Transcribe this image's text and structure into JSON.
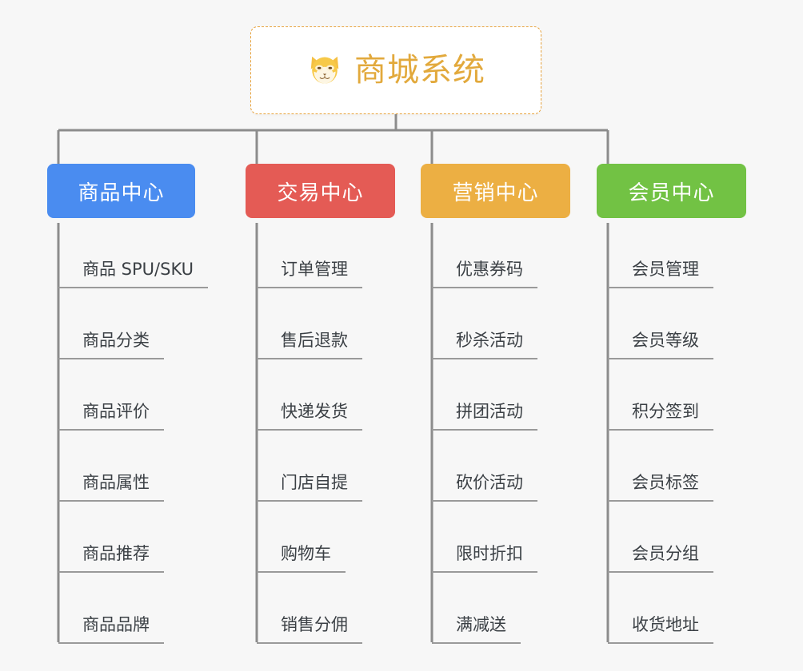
{
  "page": {
    "background_color": "#f7f7f7",
    "type": "mindmap"
  },
  "root": {
    "title": "商城系统",
    "icon": "dog-face-icon",
    "border_color": "#e8a33d",
    "text_color": "#e2a93c",
    "background_color": "#ffffff"
  },
  "connector": {
    "color": "#8c8c8c"
  },
  "branches": [
    {
      "label": "商品中心",
      "color": "#4a8cf0",
      "items": [
        "商品 SPU/SKU",
        "商品分类",
        "商品评价",
        "商品属性",
        "商品推荐",
        "商品品牌"
      ]
    },
    {
      "label": "交易中心",
      "color": "#e45b55",
      "items": [
        "订单管理",
        "售后退款",
        "快递发货",
        "门店自提",
        "购物车",
        "销售分佣"
      ]
    },
    {
      "label": "营销中心",
      "color": "#ecaf43",
      "items": [
        "优惠券码",
        "秒杀活动",
        "拼团活动",
        "砍价活动",
        "限时折扣",
        "满减送"
      ]
    },
    {
      "label": "会员中心",
      "color": "#72c244",
      "items": [
        "会员管理",
        "会员等级",
        "积分签到",
        "会员标签",
        "会员分组",
        "收货地址"
      ]
    }
  ]
}
